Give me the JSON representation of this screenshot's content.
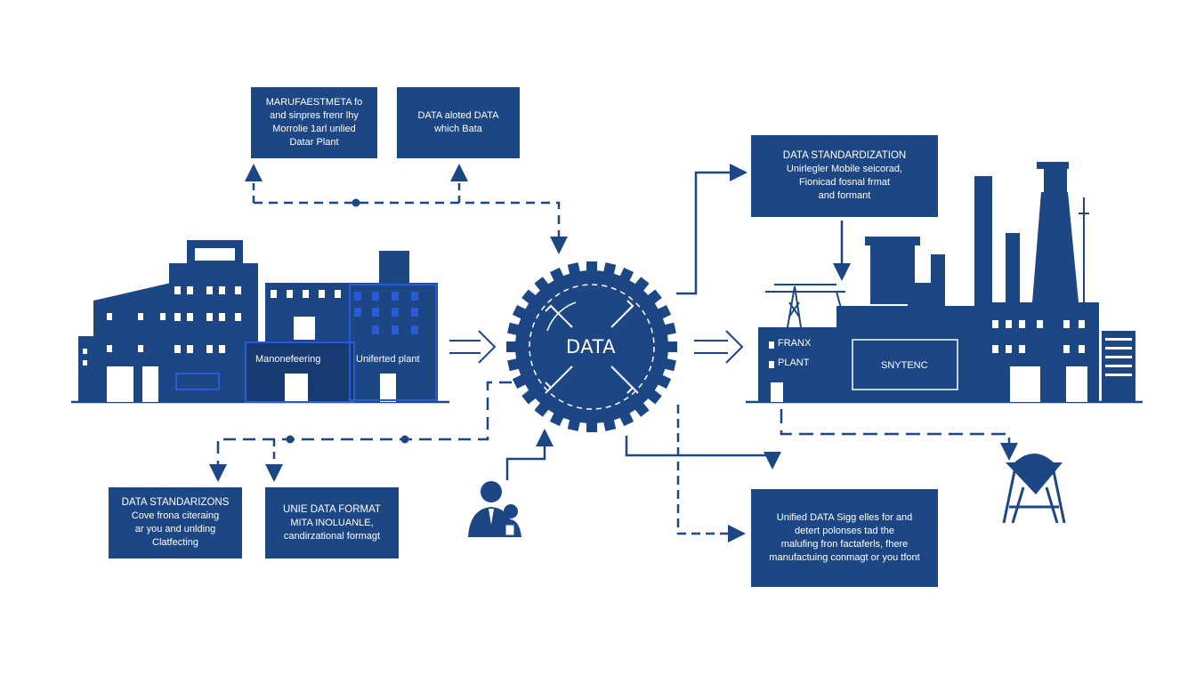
{
  "colors": {
    "navy": "#1c4684",
    "deep": "#173a70",
    "accent": "#2a5bd7",
    "white": "#ffffff"
  },
  "icons": [
    "gear-icon",
    "person-icon",
    "funnel-icon",
    "crane-icon"
  ],
  "boxes": {
    "top_left_1": [
      "MARUFAESTMETA fo",
      "and sinpres frenr lhy",
      "Morrolie 1arl unlied",
      "Datar Plant"
    ],
    "top_left_2": [
      "DATA aloted DATA",
      "which Bata"
    ],
    "top_right": [
      "DATA STANDARDIZATION",
      "Unirlegler Mobile seicorad,",
      "Fionicad fosnal frmat",
      "and formant"
    ],
    "bottom_left_1": [
      "DATA STANDARIZONS",
      "Cove frona citeraing",
      "ar you and unlding",
      "Clatfecting"
    ],
    "bottom_left_2": [
      "UNIE DATA FORMAT",
      "MITA INOLUANLE,",
      "candirzational formagt"
    ],
    "bottom_right": [
      "Unified DATA Sigg elles for and",
      "detert polonses tad the",
      "malufing fron factaferls, fhere",
      "manufactuing conmagt or you tfont"
    ]
  },
  "building_labels": {
    "left_a": "Manonefeering",
    "left_b": "Uniferted plant",
    "right_a_line1": "FRANX",
    "right_a_line2": "PLANT",
    "right_b": "SNYTENC"
  },
  "center": {
    "label": "DATA"
  }
}
